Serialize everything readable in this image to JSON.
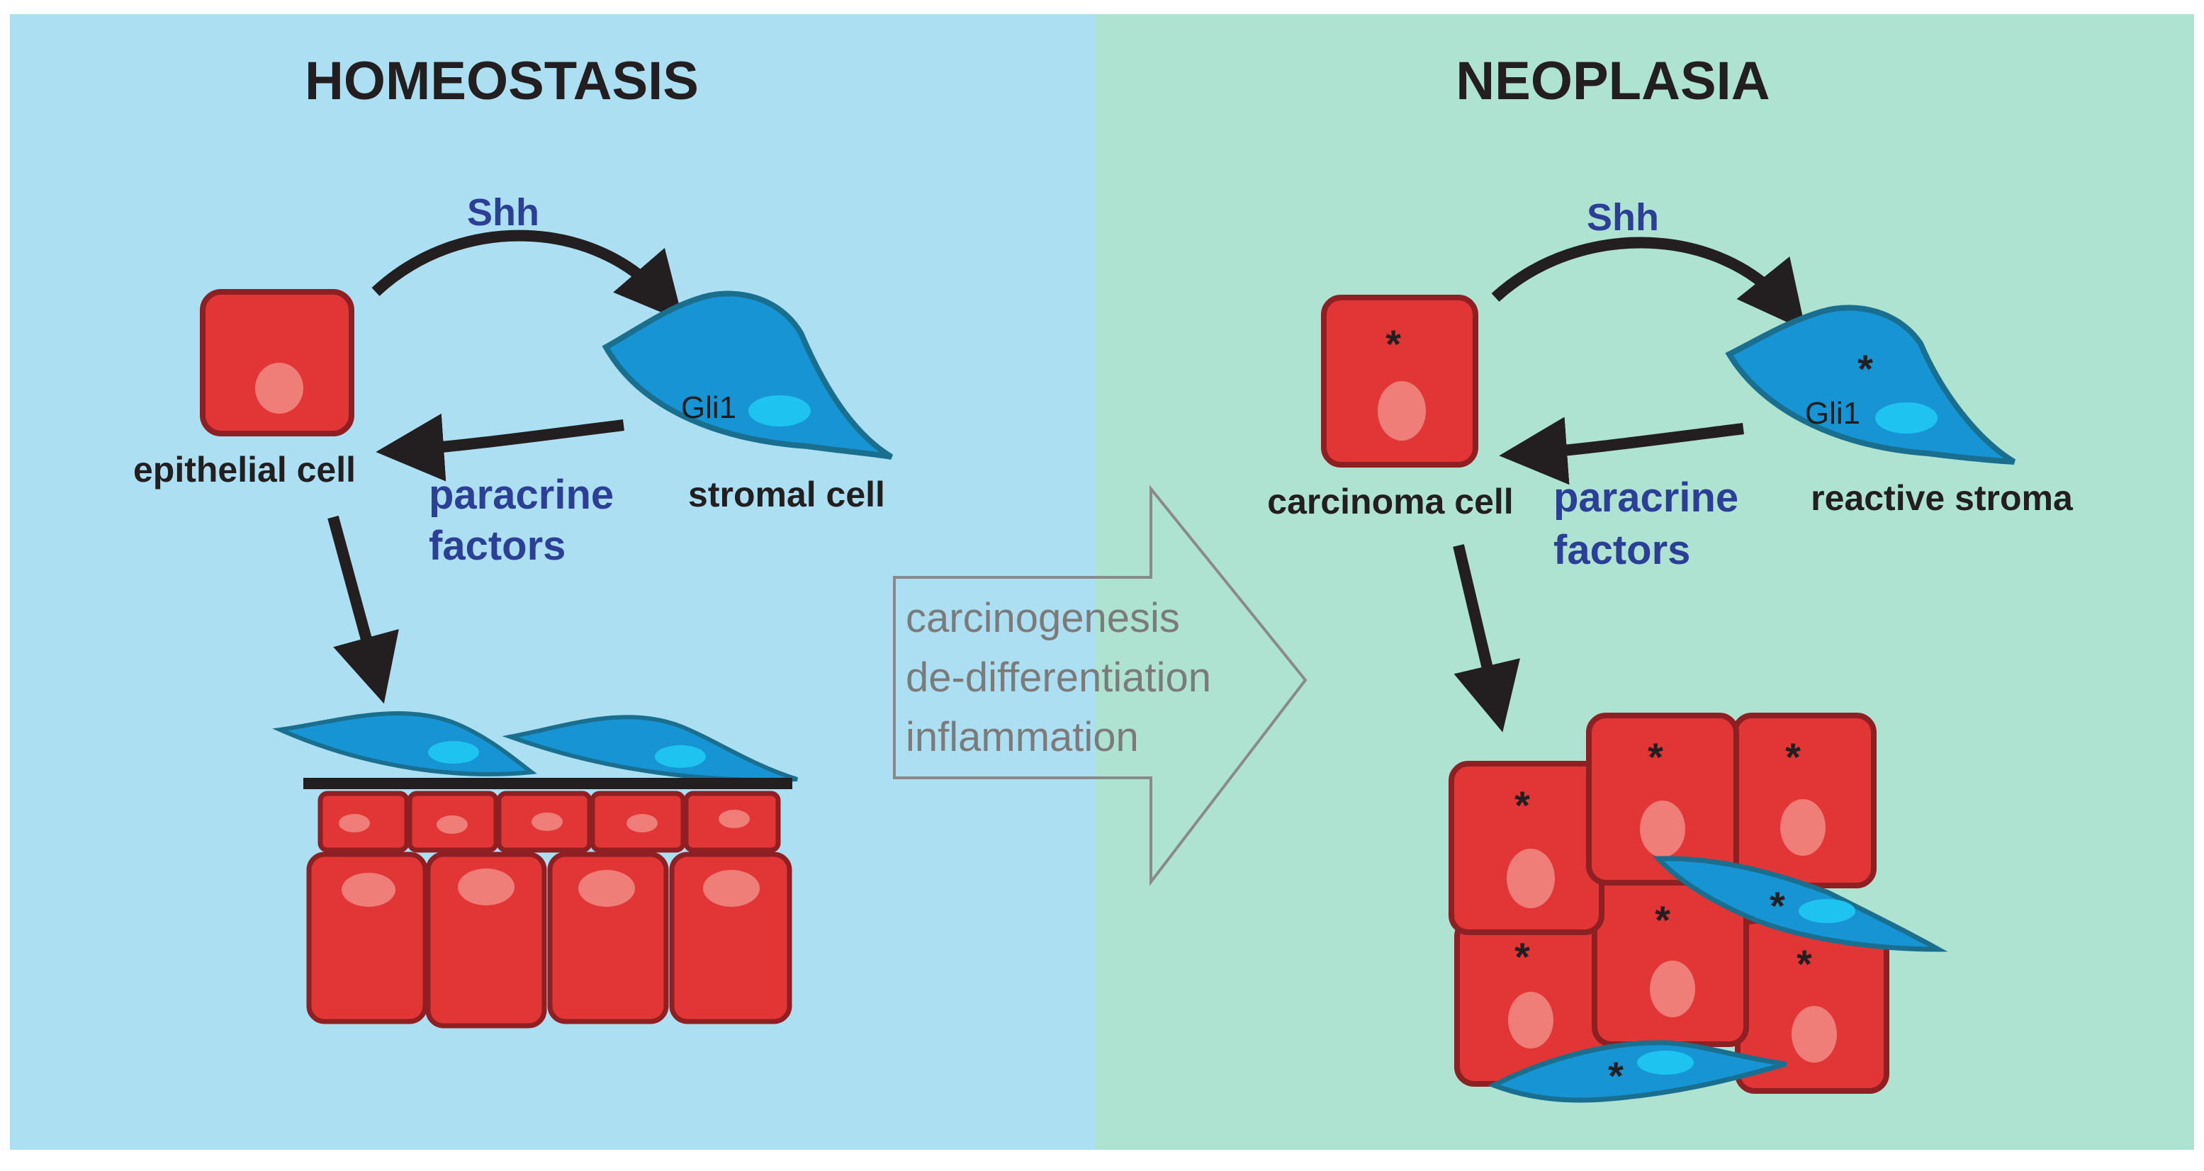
{
  "colors": {
    "homeostasis_bg": "#acdff2",
    "neoplasia_bg": "#afe3d1",
    "epithelial_fill": "#e23636",
    "epithelial_stroke": "#8e1f22",
    "nucleus_fill": "#ef7d78",
    "stromal_fill": "#1694d4",
    "stromal_stroke": "#1a6f8e",
    "stromal_nucleus": "#1ec3ef",
    "signal_text": "#2b3f97",
    "arrow": "#231f20",
    "process_text": "#7b7b7b"
  },
  "panels": {
    "homeostasis": {
      "title": "HOMEOSTASIS",
      "signal": "Shh",
      "source_cell": "epithelial cell",
      "target_cell": "stromal cell",
      "target_marker": "Gli1",
      "return_signal_line1": "paracrine",
      "return_signal_line2": "factors"
    },
    "neoplasia": {
      "title": "NEOPLASIA",
      "signal": "Shh",
      "source_cell": "carcinoma cell",
      "target_cell": "reactive stroma",
      "target_marker": "Gli1",
      "return_signal_line1": "paracrine",
      "return_signal_line2": "factors",
      "mutation_marker": "*"
    }
  },
  "transition": {
    "lines": [
      "carcinogenesis",
      "de-differentiation",
      "inflammation"
    ]
  },
  "icons": [
    "epithelial-cell-icon",
    "stromal-cell-icon",
    "carcinoma-cell-icon",
    "mutation-asterisk-icon",
    "transition-arrow-icon"
  ]
}
